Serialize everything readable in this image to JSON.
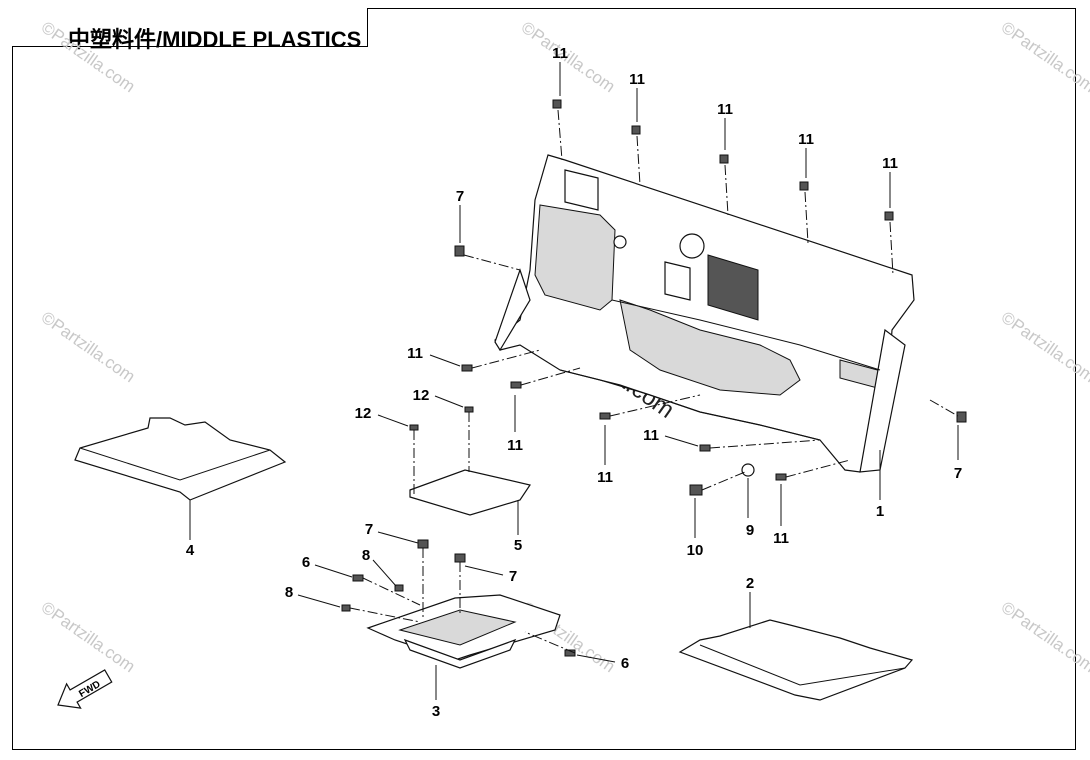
{
  "title": "中塑料件/MIDDLE PLASTICS",
  "watermark": "©Partzilla.com",
  "fwd_label": "FWD",
  "callouts": {
    "c1": "1",
    "c2": "2",
    "c3": "3",
    "c4": "4",
    "c5": "5",
    "c6a": "6",
    "c6b": "6",
    "c7a": "7",
    "c7b": "7",
    "c7c": "7",
    "c7d": "7",
    "c8a": "8",
    "c8b": "8",
    "c9": "9",
    "c10": "10",
    "c11a": "11",
    "c11b": "11",
    "c11c": "11",
    "c11d": "11",
    "c11e": "11",
    "c11f": "11",
    "c11g": "11",
    "c11h": "11",
    "c11i": "11",
    "c11j": "11",
    "c12a": "12",
    "c12b": "12"
  }
}
